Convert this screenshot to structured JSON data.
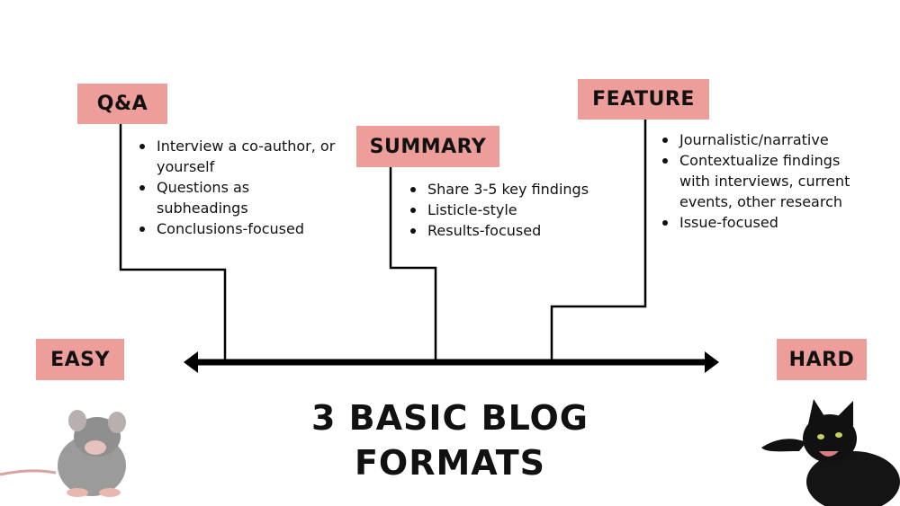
{
  "formats": [
    {
      "label": "Q&A",
      "bullets": [
        "Interview a co-author, or yourself",
        "Questions as subheadings",
        "Conclusions-focused"
      ]
    },
    {
      "label": "SUMMARY",
      "bullets": [
        "Share 3-5 key findings",
        "Listicle-style",
        "Results-focused"
      ]
    },
    {
      "label": "FEATURE",
      "bullets": [
        "Journalistic/narrative",
        "Contextualize findings with interviews, current events, other research",
        "Issue-focused"
      ]
    }
  ],
  "scale": {
    "easy_label": "EASY",
    "hard_label": "HARD"
  },
  "title": {
    "line1": "3 BASIC BLOG",
    "line2": "FORMATS"
  },
  "icons": {
    "easy": "mouse-icon",
    "hard": "cat-icon"
  },
  "colors": {
    "label_fill": "#ee9e9a",
    "line": "#000000"
  }
}
